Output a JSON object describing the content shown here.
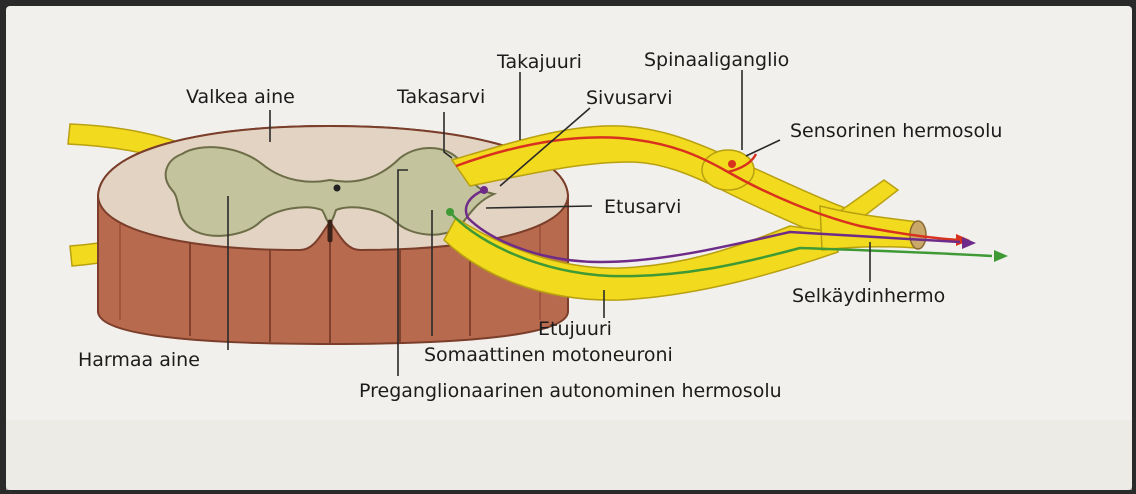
{
  "labels": {
    "valkea_aine": "Valkea aine",
    "takasarvi": "Takasarvi",
    "takajuuri": "Takajuuri",
    "spinaaliganglio": "Spinaaliganglio",
    "sivusarvi": "Sivusarvi",
    "sensorinen_hermosolu": "Sensorinen hermosolu",
    "etusarvi": "Etusarvi",
    "selkaydinhermo": "Selkäydinhermo",
    "etujuuri": "Etujuuri",
    "harmaa_aine": "Harmaa aine",
    "somaattinen_motoneuroni": "Somaattinen motoneuroni",
    "preganglionaarinen": "Preganglionaarinen autonominen hermosolu"
  },
  "colors": {
    "paper": "#f1f0ec",
    "white_matter": "#e3d3c3",
    "grey_matter": "#c3c39e",
    "cord_side": "#b86a4e",
    "nerve": "#f2da1e",
    "sensory_fiber": "#d8321e",
    "autonomic_fiber": "#6e2c88",
    "motor_fiber": "#3f9a36",
    "leader": "#2a2a2a"
  }
}
